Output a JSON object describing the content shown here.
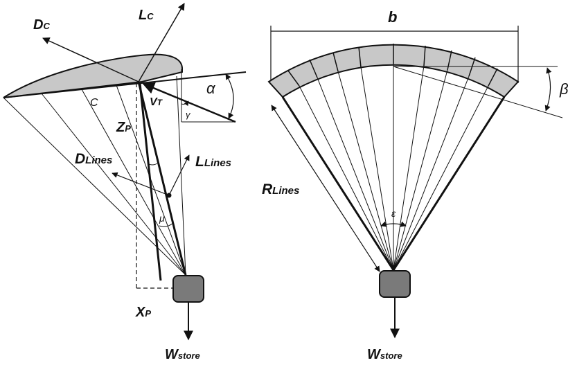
{
  "left_view": {
    "labels": {
      "drag_canopy": {
        "main": "D",
        "sub": "C"
      },
      "lift_canopy": {
        "main": "L",
        "sub": "C"
      },
      "chord": "C",
      "velocity": {
        "main": "V",
        "sub": "T"
      },
      "gamma": "γ",
      "alpha": "α",
      "z_p": {
        "main": "Z",
        "sub": "P"
      },
      "drag_lines": {
        "main": "D",
        "sub": "Lines"
      },
      "lift_lines": {
        "main": "L",
        "sub": "Lines"
      },
      "mu": "μ",
      "x_p": {
        "main": "X",
        "sub": "P"
      },
      "weight_store": {
        "main": "W",
        "sub": "store"
      }
    }
  },
  "right_view": {
    "labels": {
      "span": "b",
      "beta": "β",
      "line_radius": {
        "main": "R",
        "sub": "Lines"
      },
      "epsilon": "ε",
      "weight_store": {
        "main": "W",
        "sub": "store"
      }
    }
  },
  "colors": {
    "canopy_fill": "#c8c8c8",
    "store_fill": "#7a7a7a",
    "line": "#111111"
  }
}
